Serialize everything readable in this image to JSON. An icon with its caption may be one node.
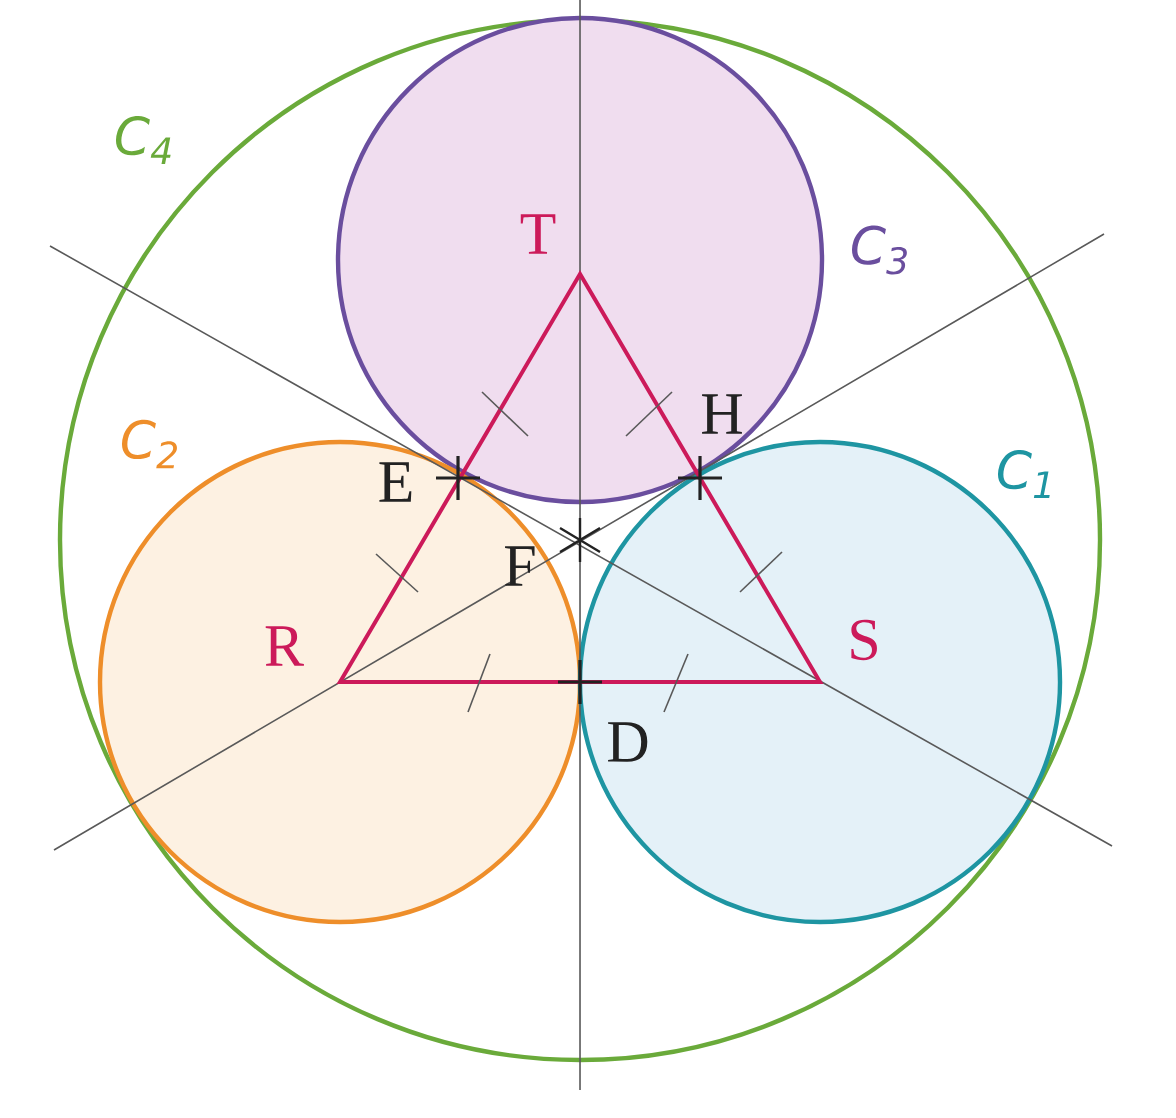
{
  "diagram": {
    "nodes": [
      {
        "text": [],
        "shape": "circle",
        "beside": [
          "C$_{4}$"
        ]
      },
      {
        "text": [],
        "shape": "circle",
        "beside": [
          "C$_{3}$"
        ],
        "in": 0
      },
      {
        "text": [],
        "shape": "circle",
        "beside": [
          "C$_{2}$"
        ],
        "in": 0
      },
      {
        "text": [],
        "shape": "circle",
        "beside": [
          "C$_{1}$"
        ],
        "in": 0
      }
    ],
    "labels": [
      "T",
      "H",
      "E",
      "F",
      "R",
      "S",
      "D"
    ]
  }
}
